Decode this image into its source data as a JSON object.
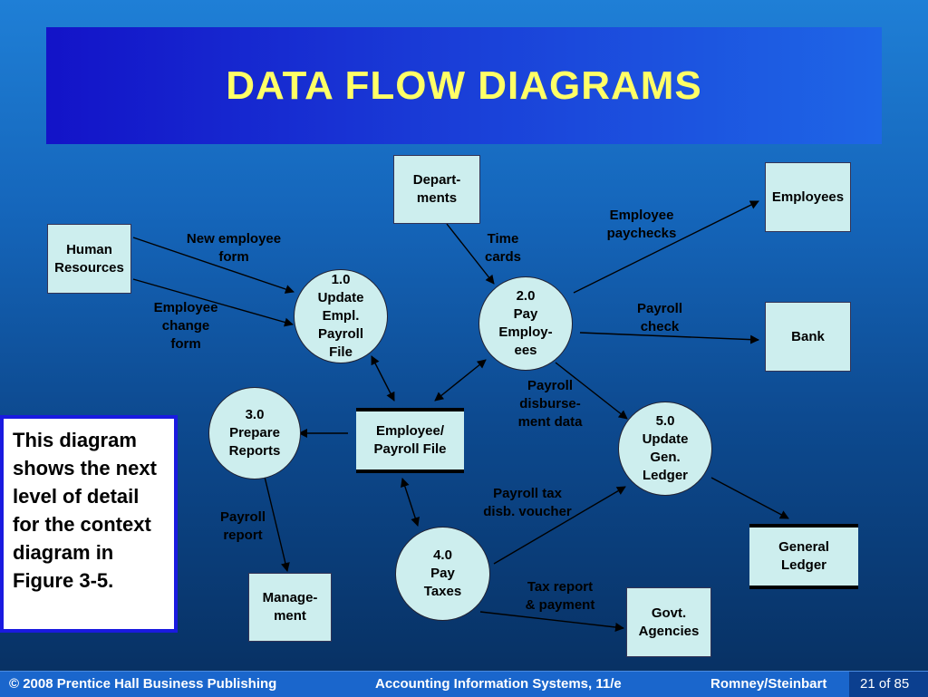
{
  "title": "DATA FLOW DIAGRAMS",
  "entities": {
    "human_resources": "Human\nResources",
    "departments": "Depart-\nments",
    "employees": "Employees",
    "bank": "Bank",
    "management": "Manage-\nment",
    "general_ledger": "General\nLedger",
    "govt_agencies": "Govt.\nAgencies"
  },
  "processes": {
    "p1": "1.0\nUpdate\nEmpl.\nPayroll\nFile",
    "p2": "2.0\nPay\nEmploy-\nees",
    "p3": "3.0\nPrepare\nReports",
    "p4": "4.0\nPay\nTaxes",
    "p5": "5.0\nUpdate\nGen.\nLedger"
  },
  "data_store": "Employee/\nPayroll File",
  "flows": {
    "new_employee_form": "New employee\nform",
    "employee_change_form": "Employee\nchange\nform",
    "time_cards": "Time\ncards",
    "employee_paychecks": "Employee\npaychecks",
    "payroll_check": "Payroll\ncheck",
    "payroll_disbursement": "Payroll\ndisburse-\nment data",
    "payroll_report": "Payroll\nreport",
    "payroll_tax_voucher": "Payroll tax\ndisb. voucher",
    "tax_report": "Tax report\n& payment"
  },
  "note": "This diagram shows the next level of detail for the context diagram in Figure 3-5.",
  "footer": {
    "copyright": "© 2008 Prentice Hall Business Publishing",
    "book": "Accounting Information Systems, 11/e",
    "authors": "Romney/Steinbart",
    "page": "21 of 85"
  }
}
